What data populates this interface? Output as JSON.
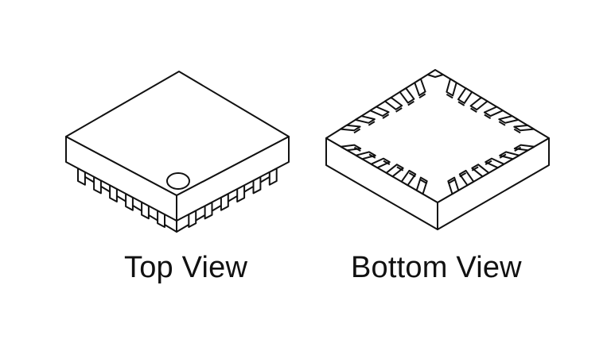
{
  "figure": {
    "top_view": {
      "label": "Top View",
      "pins_per_visible_side": 6,
      "pin1_marker": true
    },
    "bottom_view": {
      "label": "Bottom View",
      "pads_per_side": 6,
      "pin1_notch": true
    }
  },
  "colors": {
    "line": "#111111",
    "fill": "#ffffff"
  }
}
